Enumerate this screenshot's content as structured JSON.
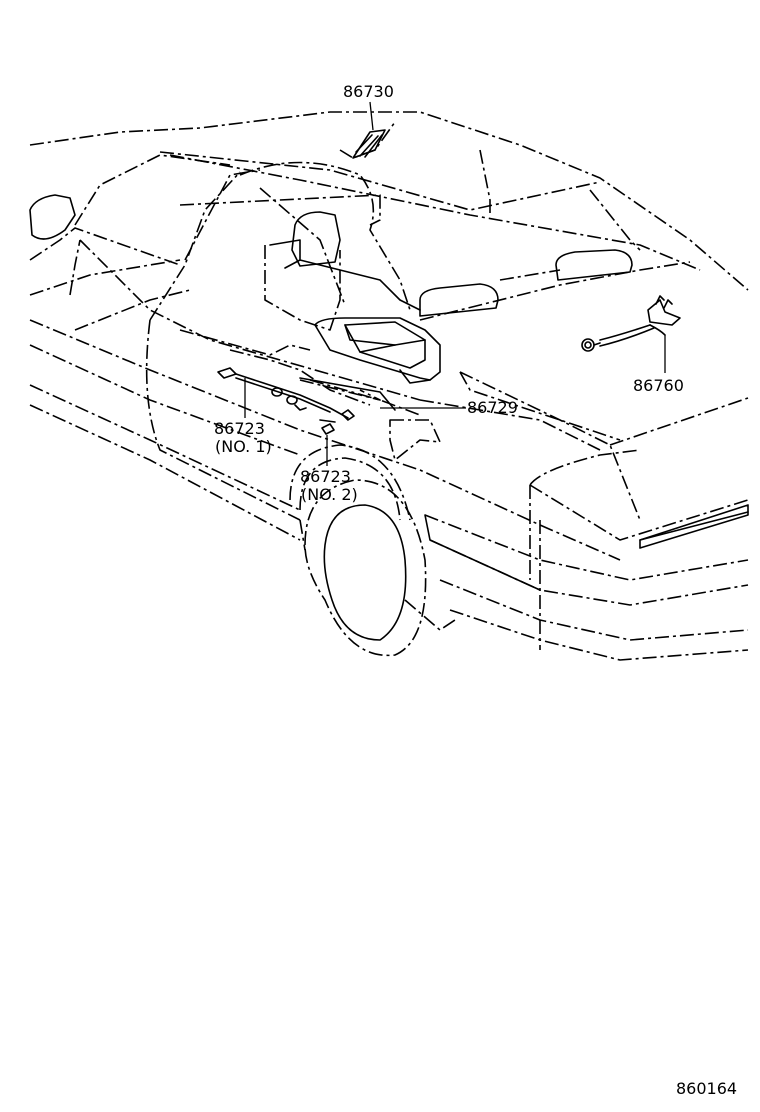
{
  "callouts": {
    "p86730": "86730",
    "p86760": "86760",
    "p86729": "86729",
    "p86723_no1": "86723",
    "p86723_no1_note": "(NO. 1)",
    "p86723_no2": "86723",
    "p86723_no2_note": "(NO. 2)"
  },
  "footer": {
    "figure_code": "860164"
  },
  "colors": {
    "line": "#000000",
    "background": "#ffffff"
  }
}
